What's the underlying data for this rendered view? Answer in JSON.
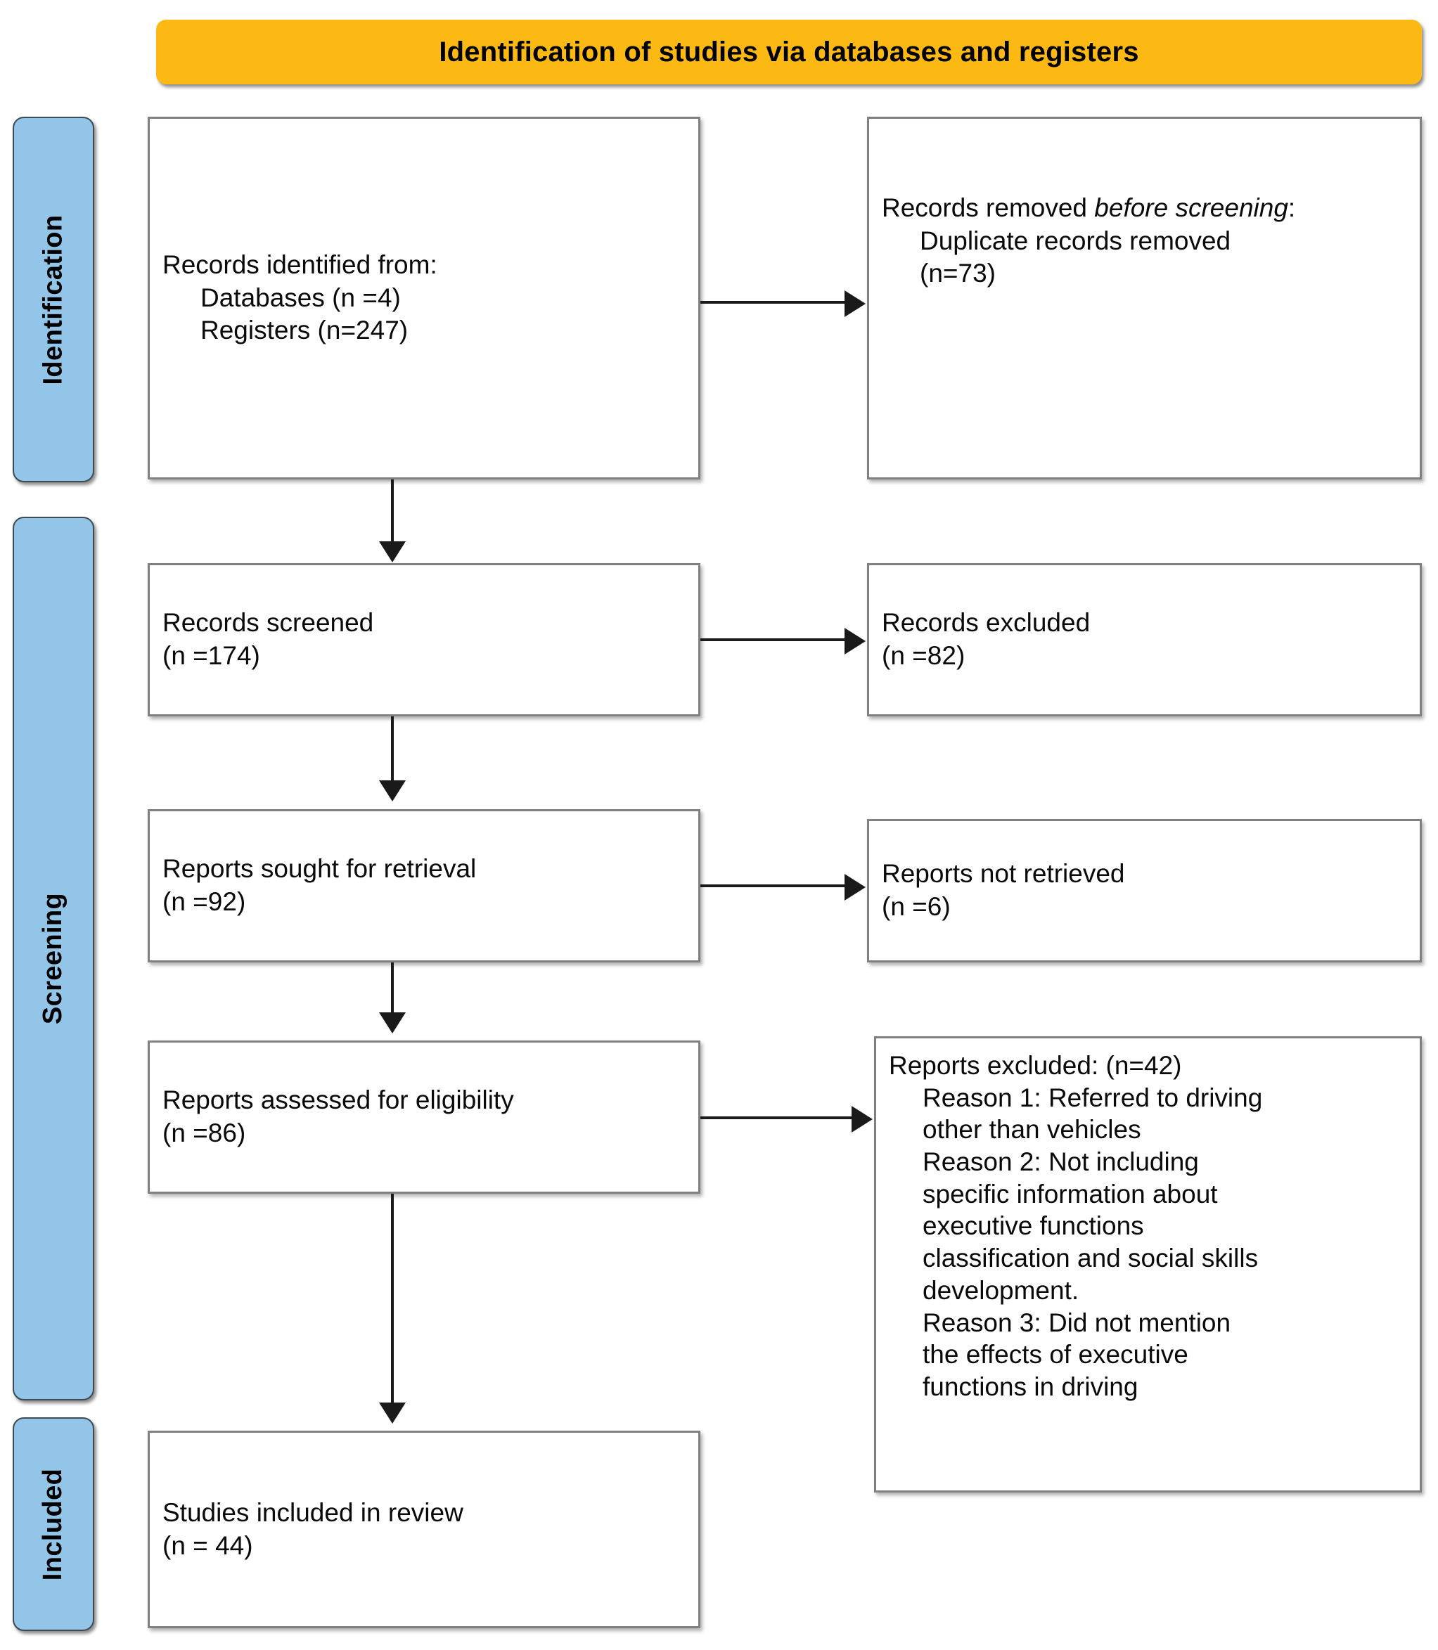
{
  "banner": {
    "title": "Identification of studies via databases and registers",
    "color": "#FCB913"
  },
  "stages": [
    {
      "id": "identification",
      "label": "Identification",
      "color": "#92C5E8"
    },
    {
      "id": "screening",
      "label": "Screening",
      "color": "#92C5E8"
    },
    {
      "id": "included",
      "label": "Included",
      "color": "#92C5E8"
    }
  ],
  "boxes": {
    "records_identified": {
      "heading": "Records identified from:",
      "line_databases": "Databases (n =4)",
      "line_registers": "Registers (n=247)"
    },
    "records_removed": {
      "heading_prefix": "Records removed ",
      "heading_italic": "before screening",
      "heading_suffix": ":",
      "line_duplicates": "Duplicate records removed",
      "line_count": "(n=73)"
    },
    "records_screened": {
      "label": "Records screened",
      "count": "(n =174)"
    },
    "records_excluded": {
      "label": "Records excluded",
      "count": "(n =82)"
    },
    "reports_sought": {
      "label": "Reports sought for retrieval",
      "count": "(n =92)"
    },
    "reports_not_retrieved": {
      "label": "Reports not retrieved",
      "count": "(n =6)"
    },
    "reports_assessed": {
      "label": "Reports assessed for eligibility",
      "count": "(n =86)"
    },
    "reports_excluded": {
      "heading": "Reports excluded: (n=42)",
      "reason1_l1": "Reason 1: Referred to driving",
      "reason1_l2": "other than vehicles",
      "reason2_l1": "Reason 2: Not including",
      "reason2_l2": "specific information about",
      "reason2_l3": "executive functions",
      "reason2_l4": "classification and social skills",
      "reason2_l5": "development.",
      "reason3_l1": "Reason 3: Did not mention",
      "reason3_l2": "the effects of executive",
      "reason3_l3": "functions in driving"
    },
    "studies_included": {
      "label": "Studies included in review",
      "count": "(n = 44)"
    }
  }
}
